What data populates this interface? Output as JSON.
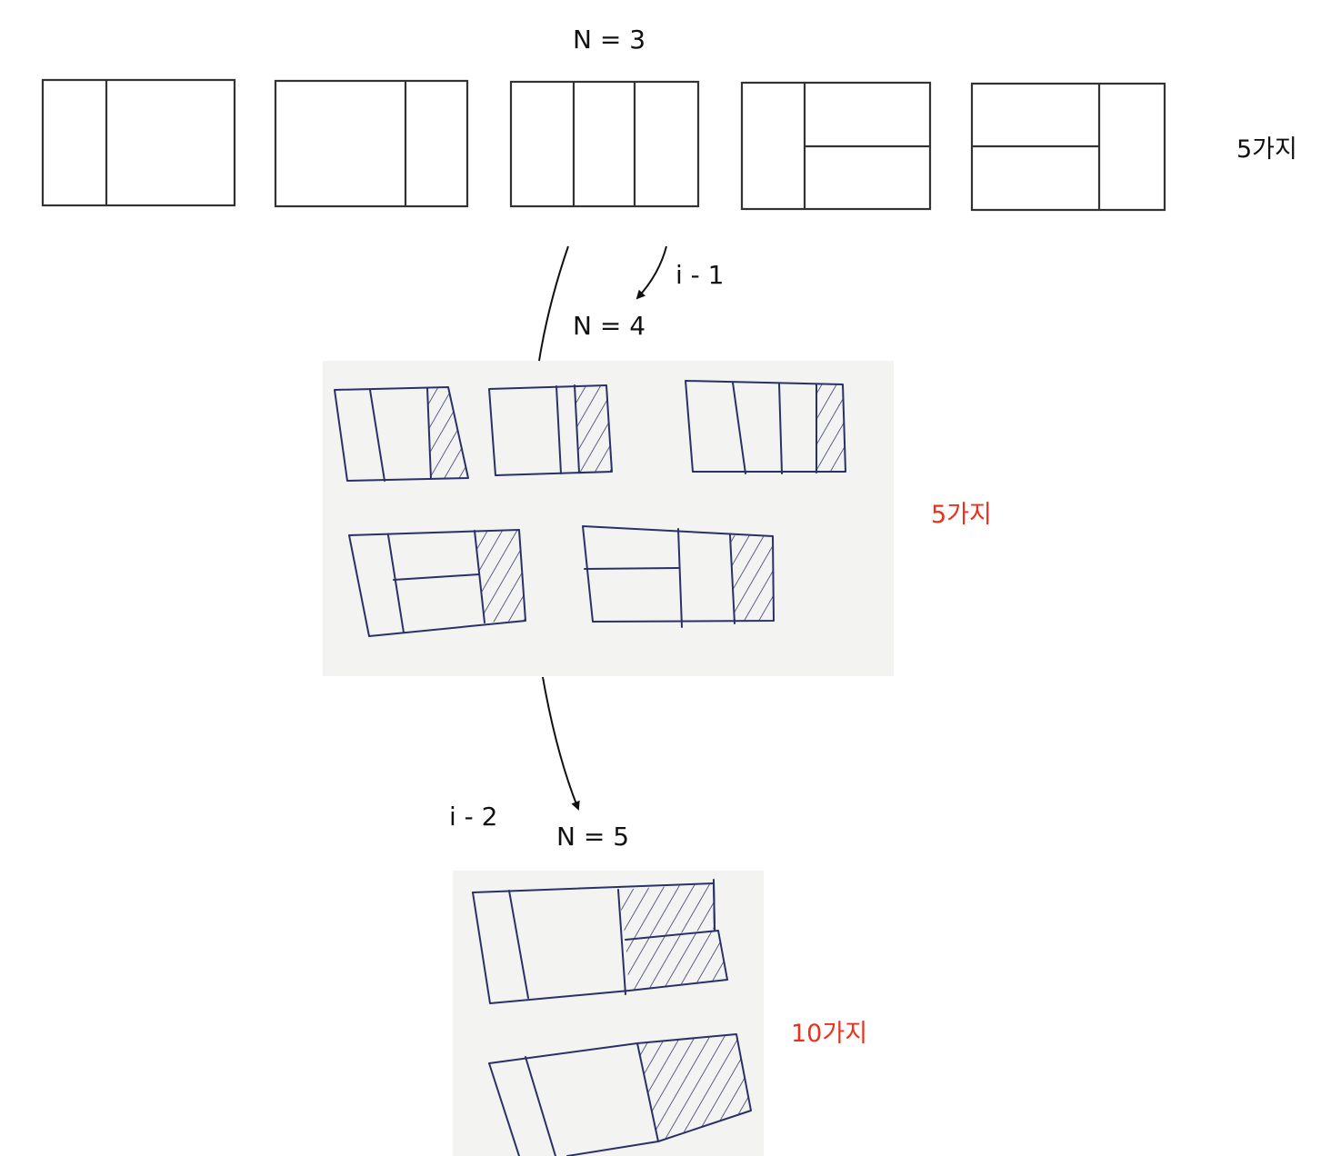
{
  "labels": {
    "n3": "N = 3",
    "n4": "N = 4",
    "n5": "N = 5",
    "arrow_i1": "i - 1",
    "arrow_i2": "i - 2"
  },
  "counts": {
    "n3": "5가지",
    "n4": "5가지",
    "n5": "10가지"
  },
  "colors": {
    "ink": "#333333",
    "pen": "#2a3068",
    "highlight": "#e8321e",
    "photo_bg": "#f3f3f1"
  }
}
